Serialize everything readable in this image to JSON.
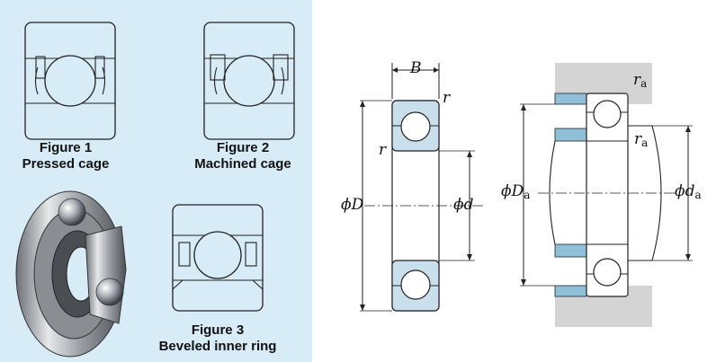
{
  "figures": [
    {
      "number": "Figure 1",
      "caption": "Pressed cage"
    },
    {
      "number": "Figure 2",
      "caption": "Machined cage"
    },
    {
      "number": "Figure 3",
      "caption": "Beveled inner ring"
    }
  ],
  "dimension_labels": {
    "width": "B",
    "corner_outer": "r",
    "corner_inner": "r",
    "outer_diameter": "ϕD",
    "bore_diameter": "ϕd"
  },
  "mounting_labels": {
    "housing_fillet": "r",
    "housing_fillet_sub": "a",
    "shaft_fillet": "r",
    "shaft_fillet_sub": "a",
    "housing_shoulder_diameter": "ϕD",
    "housing_shoulder_sub": "a",
    "shaft_shoulder_diameter": "ϕd",
    "shaft_shoulder_sub": "a"
  },
  "colors": {
    "left_panel_bg": "#d7ecf7",
    "ring_fill": "#c9dfec",
    "housing_gray": "#d4d4d4",
    "shoulder_blue": "#8fc0d8",
    "line": "#222222"
  }
}
